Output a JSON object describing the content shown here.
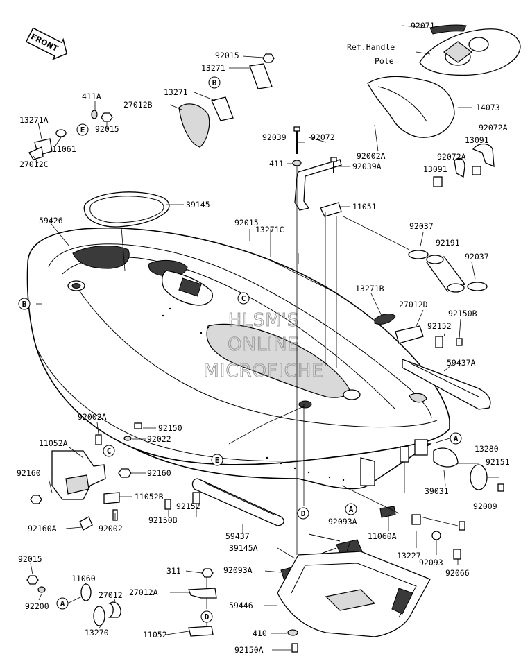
{
  "front_badge": "FRONT",
  "watermark": [
    "HLSM'S",
    "ONLINE",
    "MICROFICHE"
  ],
  "ref_text": [
    "Ref.Handle",
    "Pole"
  ],
  "labels": {
    "l92071": "92071",
    "l92015a": "92015",
    "l13271a": "13271",
    "l13271b": "13271",
    "l27012B": "27012B",
    "l411A": "411A",
    "l13271A": "13271A",
    "l92015b": "92015",
    "l11061": "11061",
    "l27012C": "27012C",
    "l14073": "14073",
    "l92002A_top": "92002A",
    "l92072A_1": "92072A",
    "l13091_1": "13091",
    "l92072A_2": "92072A",
    "l13091_2": "13091",
    "l92039": "92039",
    "l92072": "92072",
    "l411": "411",
    "l92039A": "92039A",
    "l11051": "11051",
    "l39145": "39145",
    "l59426": "59426",
    "l92015c": "92015",
    "l13271C": "13271C",
    "l92037a": "92037",
    "l92191": "92191",
    "l92037b": "92037",
    "l13271B": "13271B",
    "l27012D": "27012D",
    "l92150B_r": "92150B",
    "l92152_r": "92152",
    "l59437A": "59437A",
    "l92002A_l": "92002A",
    "l92150": "92150",
    "l11052A": "11052A",
    "l92022": "92022",
    "l92160a": "92160",
    "l92160b": "92160",
    "l11052B": "11052B",
    "l92160A": "92160A",
    "l92002": "92002",
    "l92150B_c": "92150B",
    "l92152_c": "92152",
    "l59437": "59437",
    "l13280": "13280",
    "l92151": "92151",
    "l39031": "39031",
    "l92009": "92009",
    "l11060A": "11060A",
    "l92093A_1": "92093A",
    "l39145A": "39145A",
    "l92093A_2": "92093A",
    "l13227": "13227",
    "l92093": "92093",
    "l92066": "92066",
    "l92015d": "92015",
    "l11060": "11060",
    "l27012": "27012",
    "l92200": "92200",
    "l13270": "13270",
    "l311": "311",
    "l27012A": "27012A",
    "l11052": "11052",
    "l59446": "59446",
    "l410": "410",
    "l92150A": "92150A"
  },
  "refs": {
    "B1": "B",
    "B2": "B",
    "E1": "E",
    "E2": "E",
    "C1": "C",
    "C2": "C",
    "A1": "A",
    "A2": "A",
    "A3": "A",
    "D1": "D",
    "D2": "D"
  }
}
